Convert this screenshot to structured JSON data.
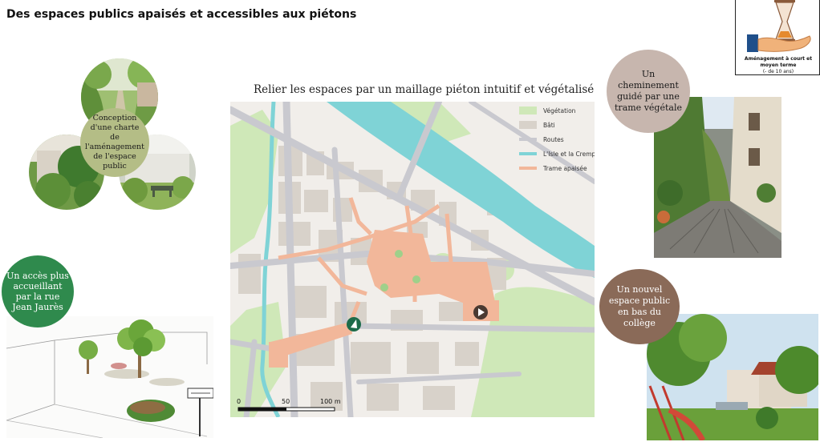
{
  "header": {
    "title": "Des espaces publics apaisés et accessibles aux piétons"
  },
  "logo": {
    "caption": "Aménagement à court et moyen terme",
    "subcaption": "(- de 10 ans)",
    "icon": "hand-hourglass-icon"
  },
  "map": {
    "title": "Relier les espaces par un maillage piéton intuitif et végétalisé",
    "legend": [
      {
        "label": "Végétation",
        "color": "#cfe8b8"
      },
      {
        "label": "Bâti",
        "color": "#d8d2ca"
      },
      {
        "label": "Routes",
        "color": "#c9c9cf"
      },
      {
        "label": "L'Isle et la Crempse",
        "color": "#7fd3d6"
      },
      {
        "label": "Trame apaisée",
        "color": "#f2b79a"
      }
    ],
    "scale": {
      "labels": [
        "0",
        "50",
        "100 m"
      ]
    }
  },
  "bubbles": {
    "charte": "Conception d'une charte de l'aménagement de l'espace public",
    "jaures": "Un accès plus accueillant par la rue Jean Jaurès",
    "cheminement": "Un cheminement guidé par une trame végétale",
    "college": "Un nouvel espace public en bas du collège"
  },
  "colors": {
    "olive_bubble": "#b4bd86",
    "green_bubble": "#2f8a4d",
    "taupe_bubble": "#c7b6ae",
    "brown_bubble": "#8a6a58"
  }
}
